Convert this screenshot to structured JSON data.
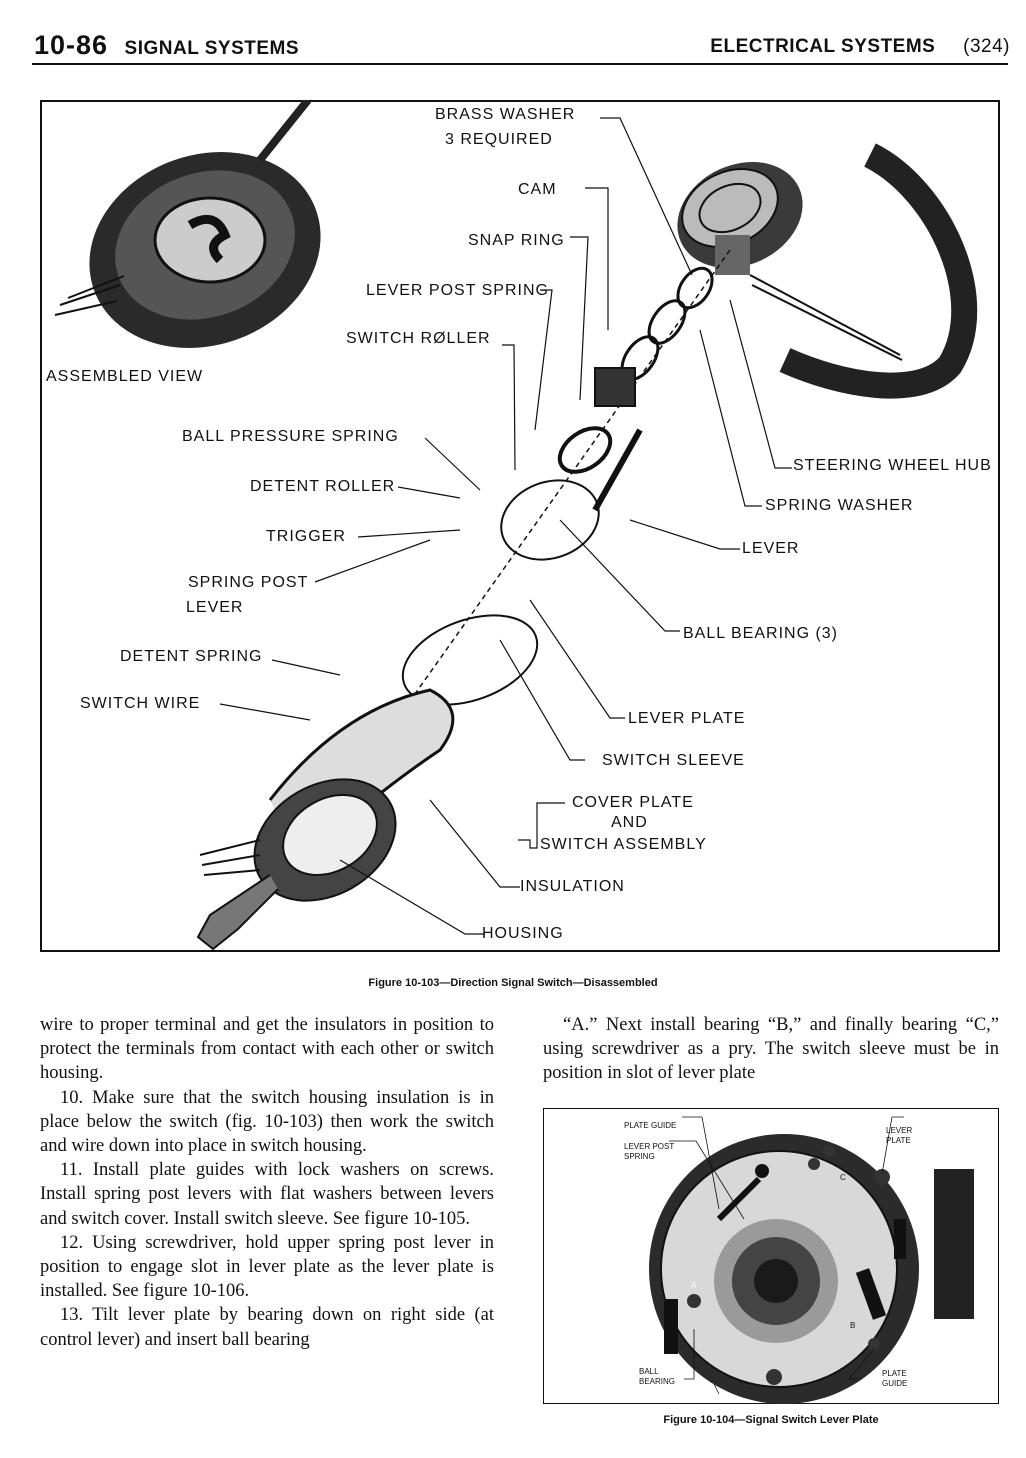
{
  "header": {
    "page_id": "10-86",
    "section": "SIGNAL SYSTEMS",
    "chapter": "ELECTRICAL SYSTEMS",
    "page_number": "(324)"
  },
  "figure_103": {
    "labels": {
      "brass_washer": "BRASS WASHER",
      "brass_washer_qty": "3 REQUIRED",
      "cam": "CAM",
      "snap_ring": "SNAP RING",
      "lever_post_spring": "LEVER POST SPRING",
      "switch_roller": "SWITCH RØLLER",
      "assembled_view": "ASSEMBLED VIEW",
      "ball_pressure_spring": "BALL PRESSURE SPRING",
      "detent_roller": "DETENT ROLLER",
      "trigger": "TRIGGER",
      "spring_post": "SPRING POST",
      "spring_post_lever": "LEVER",
      "detent_spring": "DETENT SPRING",
      "switch_wire": "SWITCH WIRE",
      "steering_wheel_hub": "STEERING WHEEL HUB",
      "spring_washer": "SPRING WASHER",
      "lever": "LEVER",
      "ball_bearing": "BALL BEARING (3)",
      "lever_plate": "LEVER PLATE",
      "switch_sleeve": "SWITCH SLEEVE",
      "cover_plate": "COVER PLATE",
      "cover_and": "AND",
      "switch_assembly": "SWITCH ASSEMBLY",
      "insulation": "INSULATION",
      "housing": "HOUSING"
    },
    "caption": "Figure 10-103—Direction Signal Switch—Disassembled"
  },
  "body_left": [
    "wire to proper terminal and get the insulators in position to protect the terminals from contact with each other or switch housing.",
    "10. Make sure that the switch housing insulation is in place below the switch (fig. 10-103) then work the switch and wire down into place in switch housing.",
    "11. Install plate guides with lock washers on screws. Install spring post levers with flat washers between levers and switch cover. Install switch sleeve. See figure 10-105.",
    "12. Using screwdriver, hold upper spring post lever in position to engage slot in lever plate as the lever plate is installed. See figure 10-106.",
    "13. Tilt lever plate by bearing down on right side (at control lever) and insert ball bearing"
  ],
  "body_right": [
    "“A.” Next install bearing “B,” and finally bearing “C,” using screwdriver as a pry. The switch sleeve must be in position in slot of lever plate"
  ],
  "figure_104": {
    "labels": {
      "plate_guide_top": "PLATE GUIDE",
      "lever_post": "LEVER POST",
      "spring": "SPRING",
      "lever": "LEVER",
      "plate": "PLATE",
      "ball": "BALL",
      "bearing": "BEARING",
      "plate_bottom": "PLATE",
      "guide_bottom": "GUIDE",
      "a": "A",
      "b": "B",
      "c": "C"
    },
    "caption": "Figure 10-104—Signal Switch Lever Plate"
  }
}
